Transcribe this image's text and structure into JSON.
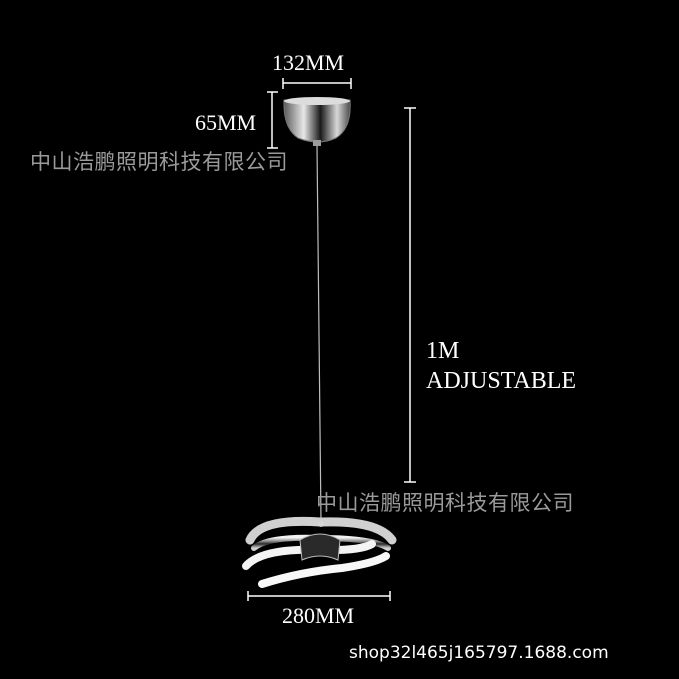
{
  "dimensions": {
    "canopy_width": "132MM",
    "canopy_height": "65MM",
    "cable_length_line1": "1M",
    "cable_length_line2": "ADJUSTABLE",
    "ring_diameter": "280MM"
  },
  "watermark": {
    "company": "中山浩鹏照明科技有限公司"
  },
  "footer": {
    "shop_url": "shop32l465j165797.1688.com"
  },
  "colors": {
    "background": "#000000",
    "label": "#ffffff",
    "watermark": "#9a9a9a",
    "chrome": "#c8c8c8"
  }
}
